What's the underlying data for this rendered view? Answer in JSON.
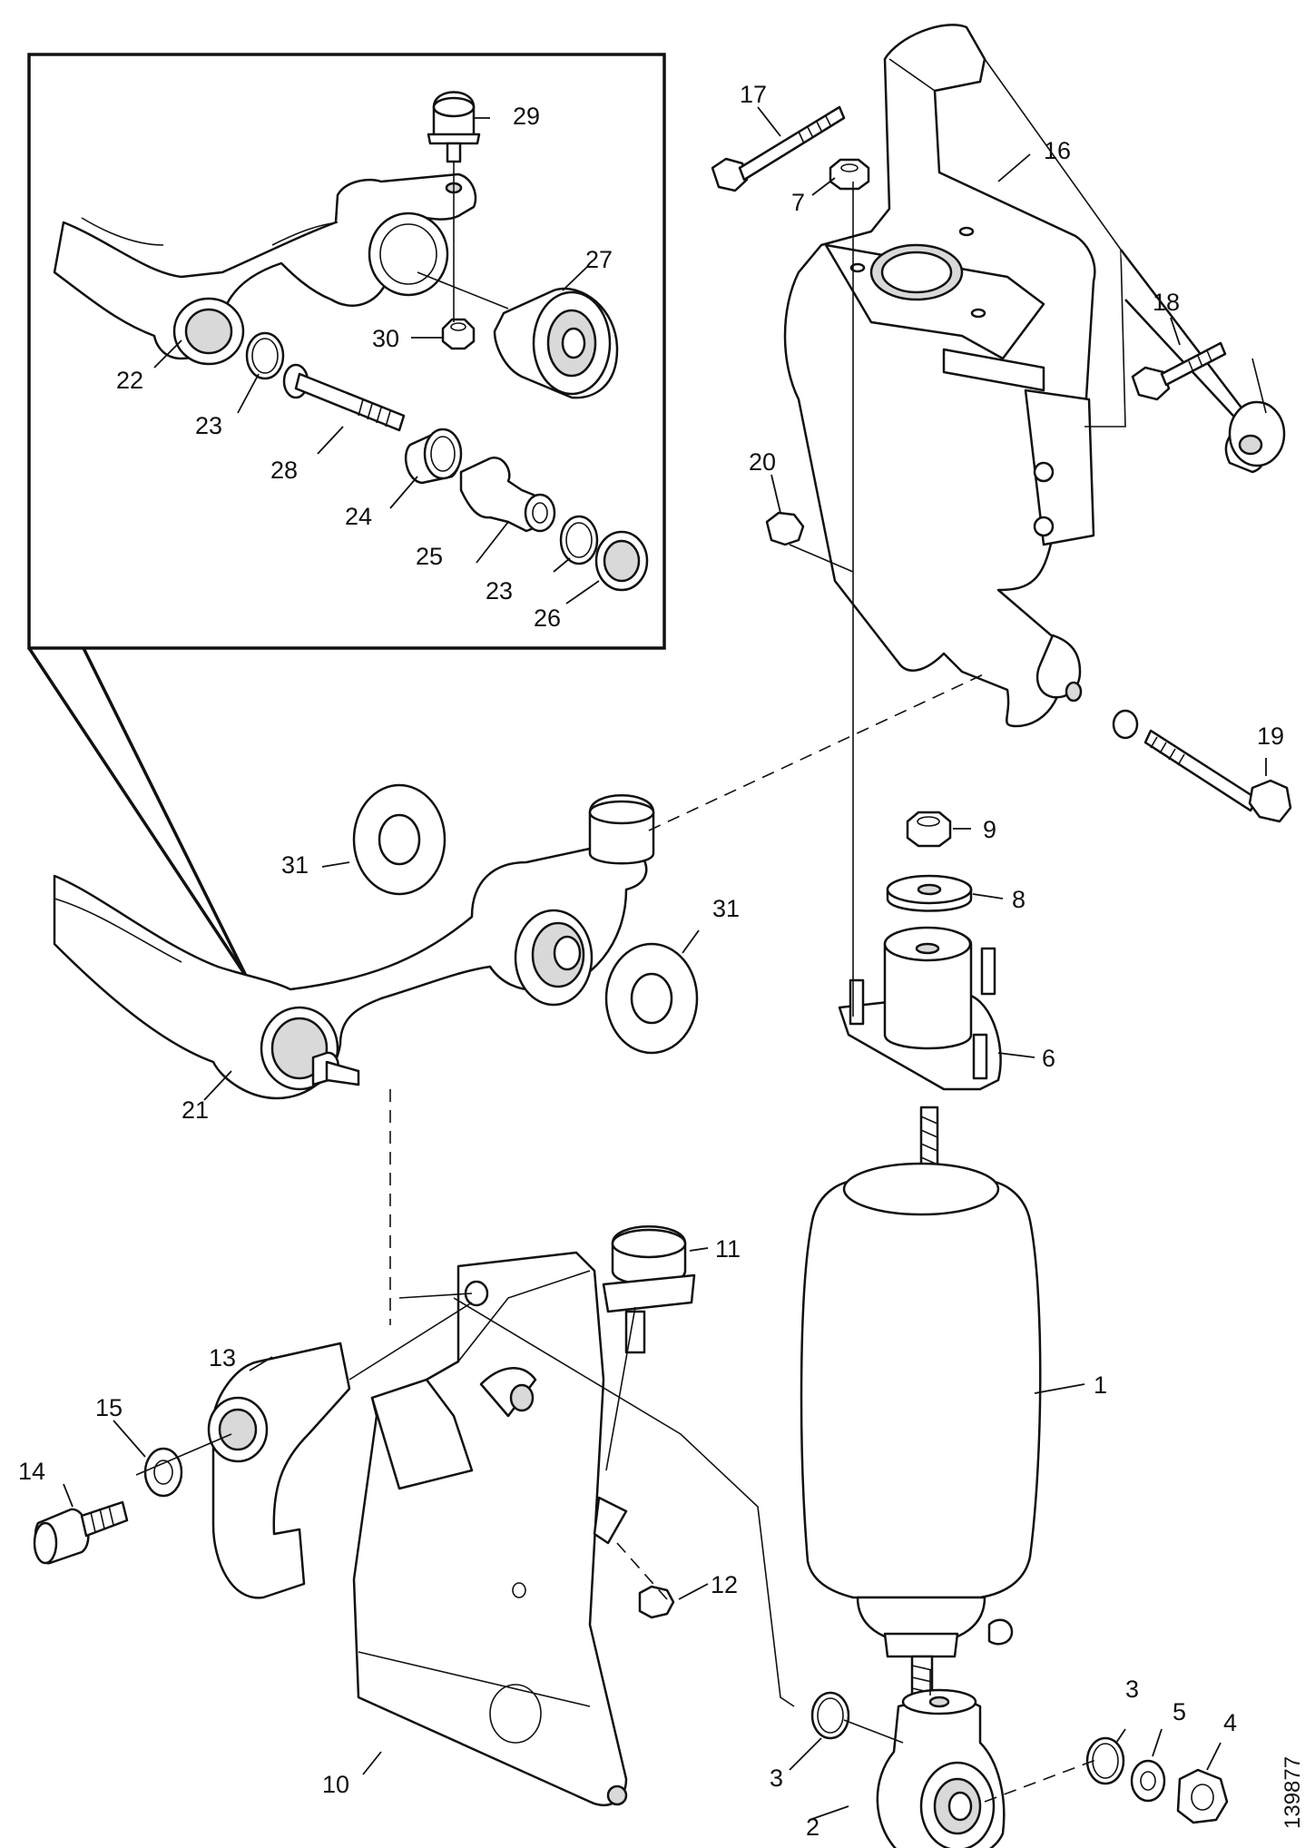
{
  "drawing_reference": "139877",
  "callouts": {
    "c1": "1",
    "c2": "2",
    "c3a": "3",
    "c3b": "3",
    "c4": "4",
    "c5": "5",
    "c6": "6",
    "c7": "7",
    "c8": "8",
    "c9": "9",
    "c10": "10",
    "c11": "11",
    "c12": "12",
    "c13": "13",
    "c14": "14",
    "c15": "15",
    "c16": "16",
    "c17": "17",
    "c18": "18",
    "c19": "19",
    "c20": "20",
    "c21": "21",
    "c22": "22",
    "c23a": "23",
    "c23b": "23",
    "c24": "24",
    "c25": "25",
    "c26": "26",
    "c27": "27",
    "c28": "28",
    "c29": "29",
    "c30": "30",
    "c31a": "31",
    "c31b": "31"
  }
}
